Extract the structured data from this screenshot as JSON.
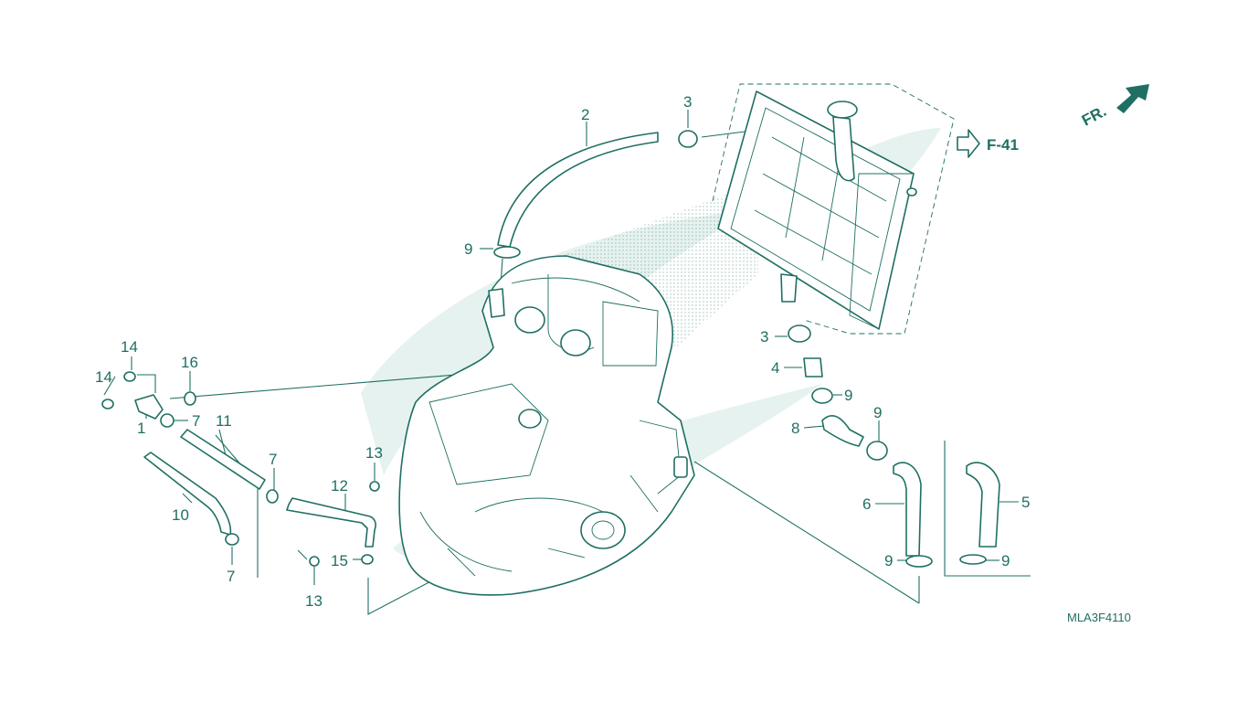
{
  "diagram": {
    "code": "MLA3F4110",
    "ref_label": "F-41",
    "direction_label": "FR.",
    "callouts": {
      "c2": "2",
      "c3a": "3",
      "c9a": "9",
      "c3b": "3",
      "c4": "4",
      "c9b": "9",
      "c8": "8",
      "c9c": "9",
      "c6": "6",
      "c9d": "9",
      "c5": "5",
      "c9e": "9",
      "c14a": "14",
      "c14b": "14",
      "c16": "16",
      "c1": "1",
      "c7a": "7",
      "c11": "11",
      "c10": "10",
      "c7b": "7",
      "c7c": "7",
      "c13a": "13",
      "c12": "12",
      "c15": "15",
      "c13b": "13"
    }
  },
  "colors": {
    "ink": "#1f6f63",
    "watermark": "#e6f2ef",
    "background": "#ffffff"
  }
}
